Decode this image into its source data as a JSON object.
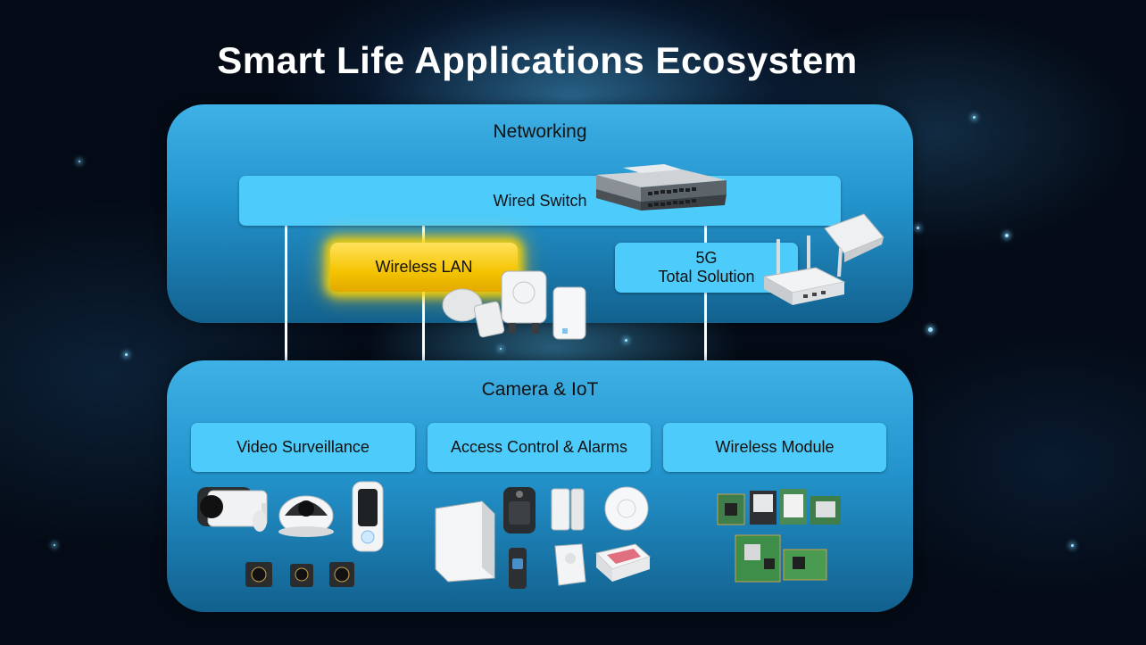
{
  "title": "Smart Life Applications Ecosystem",
  "networking": {
    "title": "Networking",
    "wired_switch": "Wired Switch",
    "wireless_lan": "Wireless LAN",
    "fiveg_line1": "5G",
    "fiveg_line2": "Total Solution"
  },
  "camera_iot": {
    "title": "Camera & IoT",
    "categories": [
      "Video Surveillance",
      "Access Control & Alarms",
      "Wireless Module"
    ]
  },
  "colors": {
    "panel": "#2393cc",
    "box": "#4dcbfb",
    "highlight": "#f4c300",
    "background": "#040b16"
  }
}
